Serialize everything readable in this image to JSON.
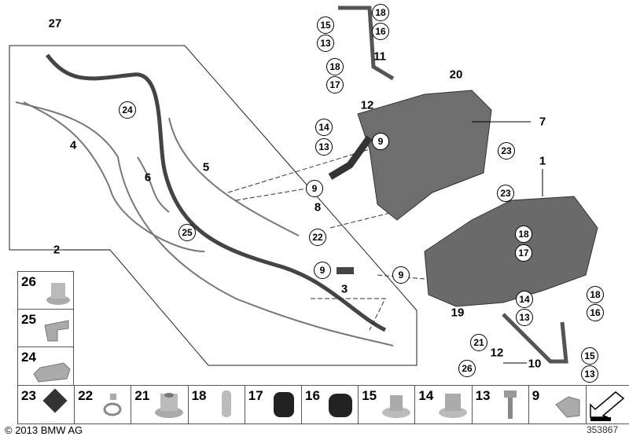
{
  "diagram": {
    "callouts": [
      "27",
      "4",
      "6",
      "5",
      "2",
      "11",
      "20",
      "12",
      "7",
      "8",
      "1",
      "3",
      "19",
      "12",
      "10"
    ],
    "circled": [
      "15",
      "18",
      "13",
      "16",
      "18",
      "17",
      "24",
      "14",
      "13",
      "9",
      "23",
      "9",
      "25",
      "22",
      "23",
      "18",
      "17",
      "9",
      "9",
      "14",
      "13",
      "18",
      "16",
      "21",
      "26",
      "15",
      "13"
    ],
    "side_parts": [
      "26",
      "25",
      "24"
    ],
    "bottom_parts": [
      "23",
      "22",
      "21",
      "18",
      "17",
      "16",
      "15",
      "14",
      "13",
      "9"
    ]
  },
  "footer": {
    "copyright": "© 2013 BMW AG",
    "ref_number": "353867"
  }
}
